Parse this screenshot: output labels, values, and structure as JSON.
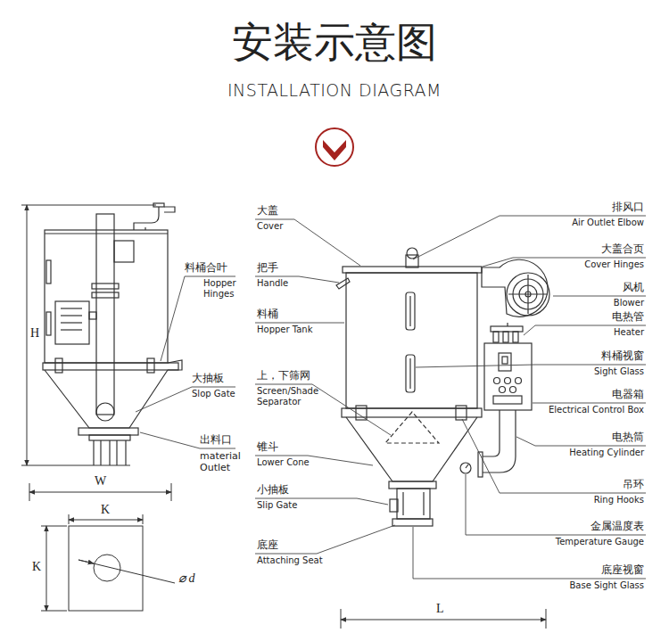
{
  "diagram": {
    "title": "安装示意图",
    "labels": [
      "INSTALLATION DIAGRAM",
      "H",
      "W",
      "K",
      "K",
      "⌀ d",
      "料桶合叶",
      "Hopper Hinges",
      "大抽板",
      "Slop Gate",
      "出料口",
      "material Outlet",
      "大盖",
      "Cover",
      "把手",
      "Handle",
      "料桶",
      "Hopper Tank",
      "上，下筛网",
      "Screen/Shade Separator",
      "锥斗",
      "Lower Cone",
      "小抽板",
      "Slip Gate",
      "底座",
      "Attaching Seat",
      "排风口",
      "Air Outlet Elbow",
      "大盖合页",
      "Cover Hinges",
      "风机",
      "Blower",
      "电热管",
      "Heater",
      "料桶视窗",
      "Sight Glass",
      "电器箱",
      "Electrical Control Box",
      "电热筒",
      "Heating Cylinder",
      "吊环",
      "Ring Hooks",
      "金属温度表",
      "Temperature Gauge",
      "底座视窗",
      "Base Sight Glass",
      "L"
    ]
  }
}
